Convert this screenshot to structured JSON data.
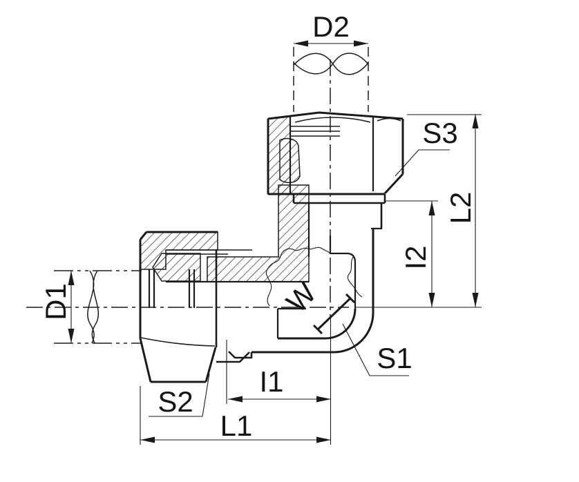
{
  "drawing": {
    "background": "#ffffff",
    "line_color": "#1a1a1a",
    "labels": {
      "d1": "D1",
      "d2": "D2",
      "l1": "L1",
      "l2": "L2",
      "i1": "I1",
      "i2": "I2",
      "s1": "S1",
      "s2": "S2",
      "s3": "S3",
      "thread_mark": "W"
    }
  }
}
